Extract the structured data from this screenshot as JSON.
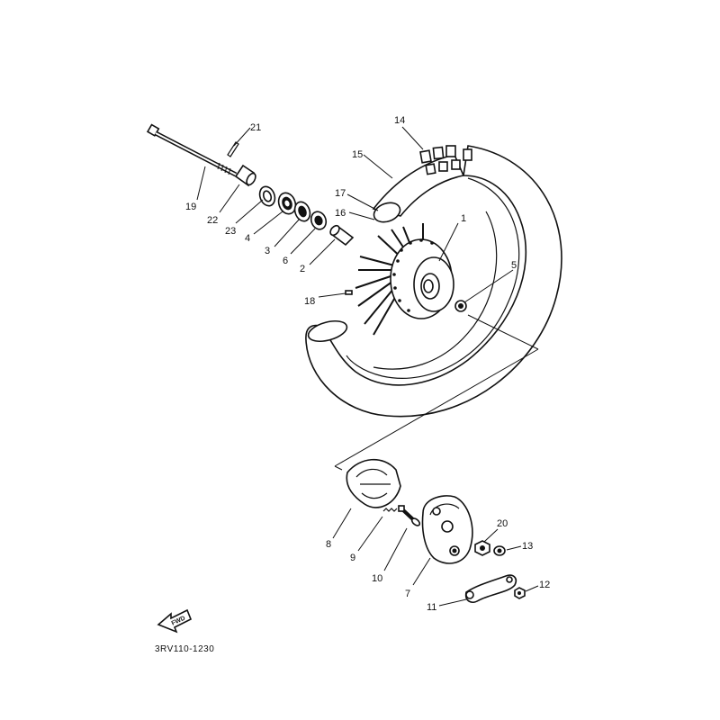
{
  "diagram_code": "3RV110-1230",
  "fwd_label": "FWD",
  "callouts": {
    "c1": "1",
    "c2": "2",
    "c3": "3",
    "c4": "4",
    "c5": "5",
    "c6": "6",
    "c7": "7",
    "c8": "8",
    "c9": "9",
    "c10": "10",
    "c11": "11",
    "c12": "12",
    "c13": "13",
    "c14": "14",
    "c15": "15",
    "c16": "16",
    "c17": "17",
    "c18": "18",
    "c19": "19",
    "c20": "20",
    "c21": "21",
    "c22": "22",
    "c23": "23"
  }
}
